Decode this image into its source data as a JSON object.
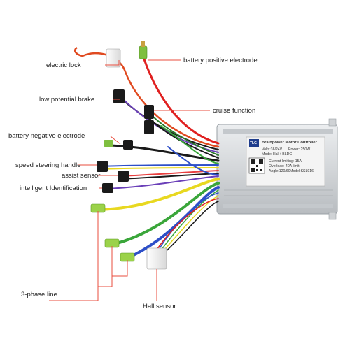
{
  "labels": {
    "electric_lock": "electric lock",
    "battery_positive": "battery positive electrode",
    "low_potential_brake": "low potential brake",
    "cruise_function": "cruise function",
    "battery_negative": "battery negative electrode",
    "speed_steering_handle": "speed steering handle",
    "assist_sensor": "assist sensor",
    "intelligent_identification": "intelligent Identification",
    "three_phase_line": "3-phase line",
    "hall_sensor": "Hall sensor"
  },
  "controller": {
    "logo": "TLG",
    "title": "Brainpower Motor Controller",
    "spec_lines": [
      "Volts:36/24V",
      "Power: 250W",
      "Mode: Hall+ BLDC",
      "Current limiting: 15A",
      "Overload: 40A limit",
      "Angle:120/60",
      "Model:KSL916"
    ]
  },
  "colors": {
    "leader_line": "#e84c3d",
    "controller_body": "#d8dadc",
    "wire_red": "#e02020",
    "wire_yellow": "#e8d820",
    "wire_green": "#3aa63a",
    "wire_blue": "#2d4fc8",
    "wire_black": "#1a1a1a",
    "wire_white": "#e8e8e8"
  }
}
